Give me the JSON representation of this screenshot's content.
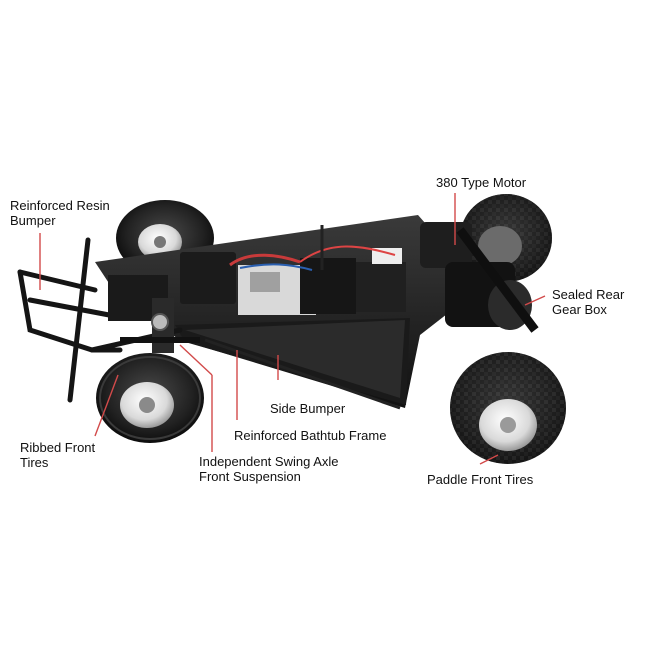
{
  "figure": {
    "subject": "rc-buggy-chassis",
    "colors": {
      "background": "#ffffff",
      "leader_line": "#d24a4a",
      "text": "#111111"
    }
  },
  "callouts": [
    {
      "id": "bumper",
      "lines": [
        "Reinforced Resin",
        "Bumper"
      ]
    },
    {
      "id": "motor",
      "lines": [
        "380 Type Motor"
      ]
    },
    {
      "id": "gearbox",
      "lines": [
        "Sealed Rear",
        "Gear Box"
      ]
    },
    {
      "id": "sidebumper",
      "lines": [
        "Side Bumper"
      ]
    },
    {
      "id": "frame",
      "lines": [
        "Reinforced Bathtub Frame"
      ]
    },
    {
      "id": "fronttires",
      "lines": [
        "Ribbed Front",
        "Tires"
      ]
    },
    {
      "id": "suspension",
      "lines": [
        "Independent Swing Axle",
        "Front Suspension"
      ]
    },
    {
      "id": "paddletires",
      "lines": [
        "Paddle Front Tires"
      ]
    }
  ]
}
